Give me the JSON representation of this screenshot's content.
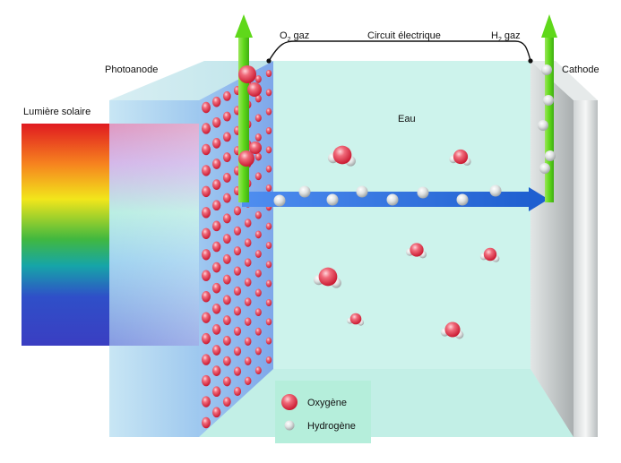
{
  "labels": {
    "photoanode": "Photoanode",
    "cathode": "Cathode",
    "sunlight": "Lumière solaire",
    "water": "Eau",
    "circuit": "Circuit électrique",
    "o2_prefix": "O",
    "o2_sub": "2",
    "o2_suffix": " gaz",
    "h2_prefix": "H",
    "h2_sub": "2",
    "h2_suffix": " gaz"
  },
  "legend": {
    "oxygen": "Oxygène",
    "hydrogen": "Hydrogène"
  },
  "colors": {
    "oxygen": "#e8394f",
    "hydrogen": "#d9dcdc",
    "water": "#c9f2ea",
    "arrow_blue": "#1f5fd0",
    "arrow_green": "#66d61e",
    "legend_bg": "#b5eedb"
  },
  "spectrum": [
    "#e01a20",
    "#f6821f",
    "#f2e61b",
    "#41b83f",
    "#16a5a8",
    "#2f4fc8",
    "#3a3ec2"
  ]
}
